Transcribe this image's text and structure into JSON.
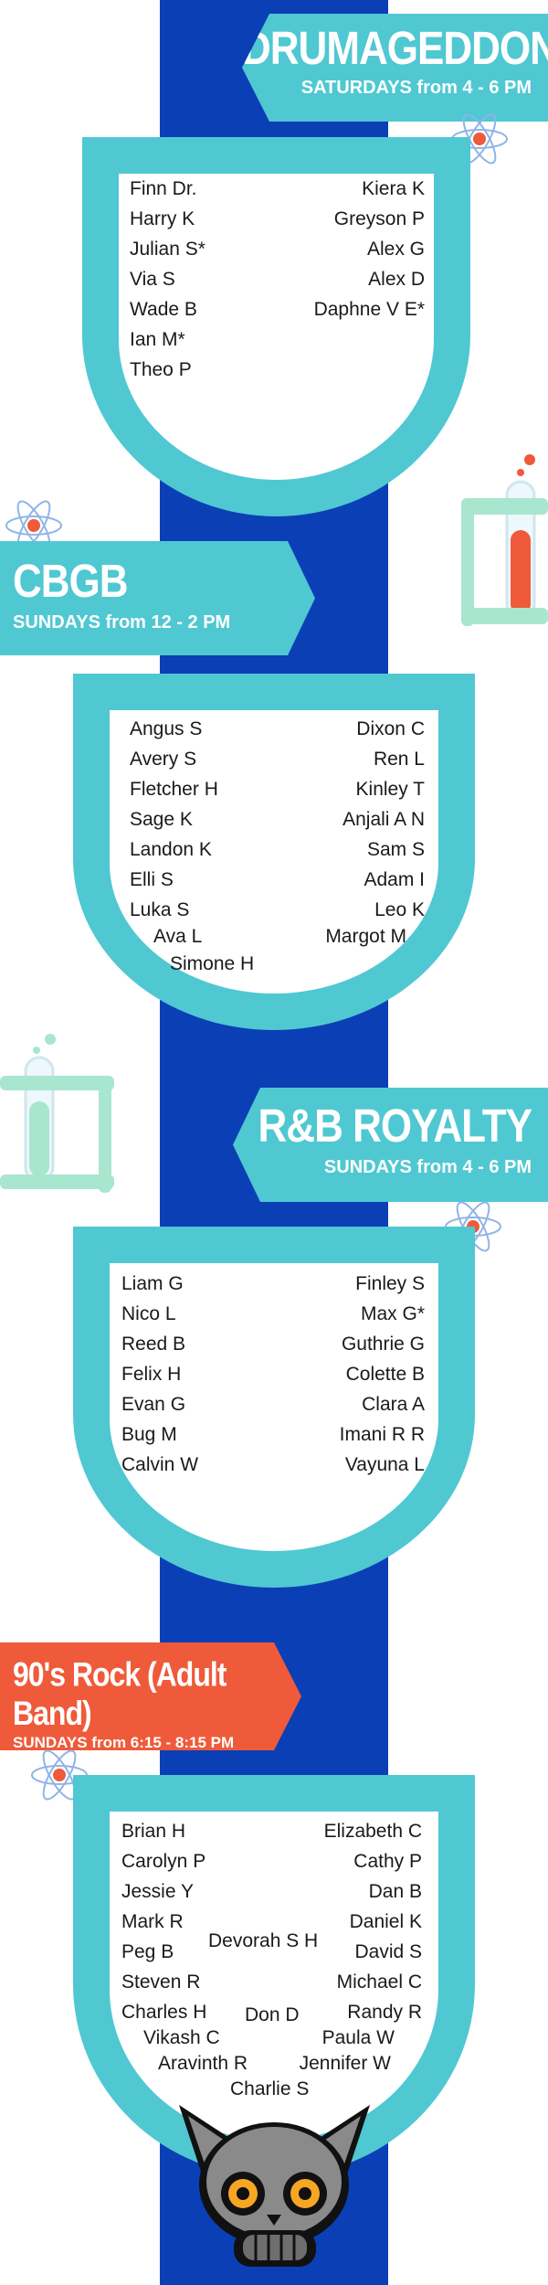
{
  "sections": [
    {
      "title": "DRUMAGEDDON",
      "schedule": "SATURDAYS from 4 - 6 PM",
      "left": [
        "Finn Dr.",
        "Harry K",
        "Julian S*",
        "Via S",
        "Wade B",
        "Ian M*",
        "Theo P"
      ],
      "right": [
        "Kiera K",
        "Greyson P",
        "Alex G",
        "Alex D",
        "Daphne V E*"
      ]
    },
    {
      "title": "CBGB",
      "schedule": "SUNDAYS from 12 - 2 PM",
      "left": [
        "Angus S",
        "Avery S",
        "Fletcher H",
        "Sage K",
        "Landon K",
        "Elli S",
        "Luka S"
      ],
      "right": [
        "Dixon C",
        "Ren L",
        "Kinley T",
        "Anjali A N",
        "Sam S",
        "Adam I",
        "Leo K"
      ],
      "extra": [
        "Ava L",
        "Margot M",
        "Simone H"
      ]
    },
    {
      "title": "R&B ROYALTY",
      "schedule": "SUNDAYS from 4 - 6 PM",
      "left": [
        "Liam G",
        "Nico L",
        "Reed B",
        "Felix H",
        "Evan G",
        "Bug M",
        "Calvin W"
      ],
      "right": [
        "Finley S",
        "Max G*",
        "Guthrie G",
        "Colette B",
        "Clara A",
        "Imani R R",
        "Vayuna  L"
      ]
    },
    {
      "title": "90's Rock (Adult Band)",
      "schedule": "SUNDAYS from 6:15 - 8:15 PM",
      "left": [
        "Brian H",
        "Carolyn P",
        "Jessie Y",
        "Mark R",
        "Peg B",
        "Steven R",
        "Charles H"
      ],
      "right": [
        "Elizabeth C",
        "Cathy P",
        "Dan B",
        "Daniel K",
        "David S",
        "Michael C",
        "Randy R"
      ],
      "extra": [
        "Devorah S H",
        "Don D",
        "Vikash C",
        "Paula W",
        "Aravinth R",
        "Jennifer W",
        "Charlie S"
      ]
    }
  ],
  "colors": {
    "spine": "#0b3fb5",
    "teal": "#4fc8d2",
    "orange": "#ef5a3a",
    "mint": "#a8e6cf"
  },
  "icons": [
    "atom-icon",
    "test-tube-rack-icon",
    "cat-skull-mascot"
  ]
}
